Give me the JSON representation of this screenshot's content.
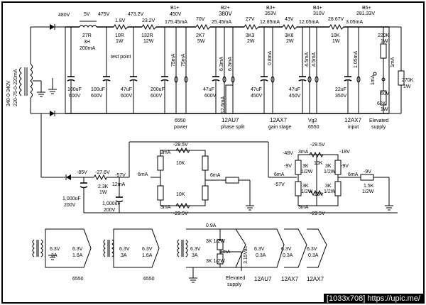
{
  "transformer": {
    "label1": "340-0-340V",
    "label2": "220-75-0-220mA"
  },
  "supply": {
    "v480": "480V",
    "choke_v": "5V",
    "choke_r": "27R",
    "choke_h": "3H",
    "choke_i": "200mA",
    "v475": "475V",
    "r1_drop": "1.8V",
    "r1_val": "10R",
    "r1_w": "1W",
    "test_point": "test point",
    "v473": "473.2V",
    "r2_drop": "23.2V",
    "r2_val": "132R",
    "r2_w": "12W",
    "b1_name": "B1+",
    "b1_v": "450V",
    "i175": "175.45mA",
    "r3_drop": "70V",
    "r3_val": "2K7",
    "r3_w": "5W",
    "b2_name": "B2+",
    "b2_v": "380V",
    "i25": "25.45mA",
    "r4_drop": "27V",
    "r4_val": "3K3",
    "r4_w": "2W",
    "b3_name": "B3+",
    "b3_v": "353V",
    "i12": "12.85mA",
    "r5_drop": "43V",
    "r5_val": "3K6",
    "r5_w": "2W",
    "b4_name": "B4+",
    "b4_v": "310V",
    "i1205": "12.05mA",
    "r6_drop": "28.67V",
    "r6_val": "10K",
    "r6_w": "1W",
    "b5_name": "B5+",
    "b5_v": "281.33V",
    "i305": "3.05mA",
    "c1a": "100uF",
    "c1b": "600V",
    "c2a": "100uF",
    "c2b": "600V",
    "c3a": "47uF",
    "c3b": "600V",
    "c4a": "200uF",
    "c4b": "600V",
    "c5a": "47uF",
    "c5b": "600V",
    "c6a": "47uF",
    "c6b": "450V",
    "c7a": "47uF",
    "c7b": "450V",
    "c8a": "22uF",
    "c8b": "350V",
    "p75a": "75mA",
    "p75b": "75mA",
    "p63a": "6.3mA",
    "p63b": "6.3mA",
    "p126": "12.6mA",
    "p08": "0.8mA",
    "p45a": "4.5mA",
    "p45b": "4.5mA",
    "p105": "1.05mA",
    "p1a": "1mA",
    "p1b": "1mA",
    "r220": "220K",
    "r220w": "1W",
    "r270": "270K",
    "r270w": "1W",
    "r62": "62K",
    "r62w": "1W",
    "v60": "60V",
    "t6550a": "6550",
    "t6550b": "power",
    "t12au7a": "12AU7",
    "t12au7b": "phase split",
    "t12ax7a": "12AX7",
    "t12ax7b": "gain stage",
    "tvg2a": "Vg2",
    "tvg2b": "6550",
    "t12ax7ia": "12AX7",
    "t12ax7ib": "input",
    "televa": "Elevated",
    "televb": "supply"
  },
  "bias": {
    "vm85": "-85V",
    "vm276": "-27.6V",
    "vm57a": "-57V",
    "rb_val": "2.3K",
    "rb_w": "1W",
    "i12ma": "12mA",
    "cb1a": "1,000uF",
    "cb1b": "200V",
    "cb2a": "1,000uF",
    "cb2b": "200V",
    "l_m295a": "-29.5V",
    "l_3ma_a": "3mA",
    "l_10k_a": "10K",
    "l_6ma_a": "6mA",
    "l_6ma_b": "6mA",
    "l_10k_b": "10K",
    "l_3ma_b": "3mA",
    "l_m295b": "-29.5V",
    "r_6ma_a": "6mA",
    "r_m57": "-57V",
    "r_m48": "-48V",
    "r_m295a": "-29.5V",
    "r_3ma_a": "3mA",
    "r_m18": "-18V",
    "r_m9a": "-9V",
    "r_m9b": "-9V",
    "r_10k_a": "10K",
    "r_3k_a": "3K",
    "r_3k_aw": "1/2W",
    "r_3k_b": "3K",
    "r_3k_bw": "1/2W",
    "r_3k_c": "3K",
    "r_3k_cw": "1/2W",
    "r_3k_d": "3K",
    "r_3k_dw": "1/2W",
    "r_10k_b": "10K",
    "r_3ma_b": "3mA",
    "r_m295b": "-29.5V",
    "r_6ma_b": "6mA",
    "r_m9c": "-9V",
    "r_15k": "1.5K",
    "r_15kw": "1/2W"
  },
  "heaters": {
    "h1a": "6.3V",
    "h1b": "3A",
    "h1c": "6.3V",
    "h1d": "1.6A",
    "h1t": "6550",
    "h2a": "6.3V",
    "h2b": "3A",
    "h2c": "6.3V",
    "h2d": "1.6A",
    "h2t": "6550",
    "h3i": "0.9A",
    "h3a": "6.3V",
    "h3b": "3A",
    "h3r1": "3K 1/2W",
    "h3r2": "3K 1/2W",
    "h3ma": "1mA",
    "h3v": "3.15Vac",
    "h3c": "6.3V",
    "h3d": "0.3A",
    "h3e": "6.3V",
    "h3f": "0.3A",
    "h3g": "6.3V",
    "h3h": "0.3A",
    "h3el1": "Elevated",
    "h3el2": "supply",
    "h3t1": "12AU7",
    "h3t2": "12AX7",
    "h3t3": "12AX7"
  },
  "watermark": "[1033x708] https://upic.me/"
}
